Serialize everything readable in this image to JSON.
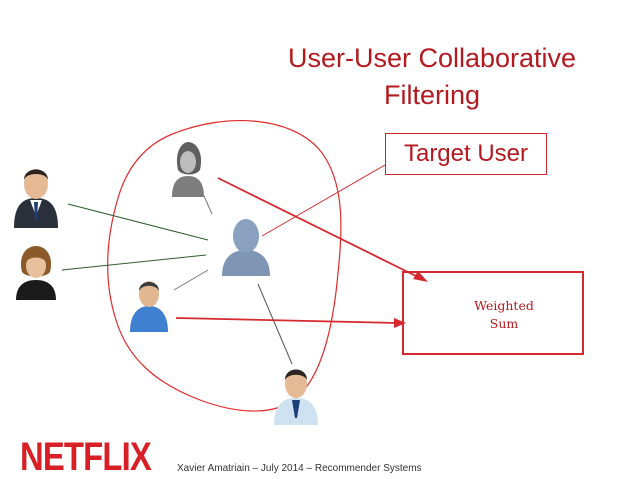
{
  "slide": {
    "title_line1": "User-User Collaborative",
    "title_line2": "Filtering",
    "target_label": "Target User",
    "weighted_line1": "Weighted",
    "weighted_line2": "Sum",
    "logo_text": "NETFLIX",
    "footer": "Xavier Amatriain – July 2014 – Recommender Systems"
  },
  "colors": {
    "accent": "#b3191e",
    "logo": "#d81f26",
    "line_red": "#d42a2f",
    "line_gray": "#777777",
    "line_green": "#2e5e2e"
  },
  "icons": [
    "businessman-icon",
    "woman-icon",
    "woman-gray-icon",
    "target-user-icon",
    "blue-user-icon",
    "businessman-small-icon"
  ]
}
